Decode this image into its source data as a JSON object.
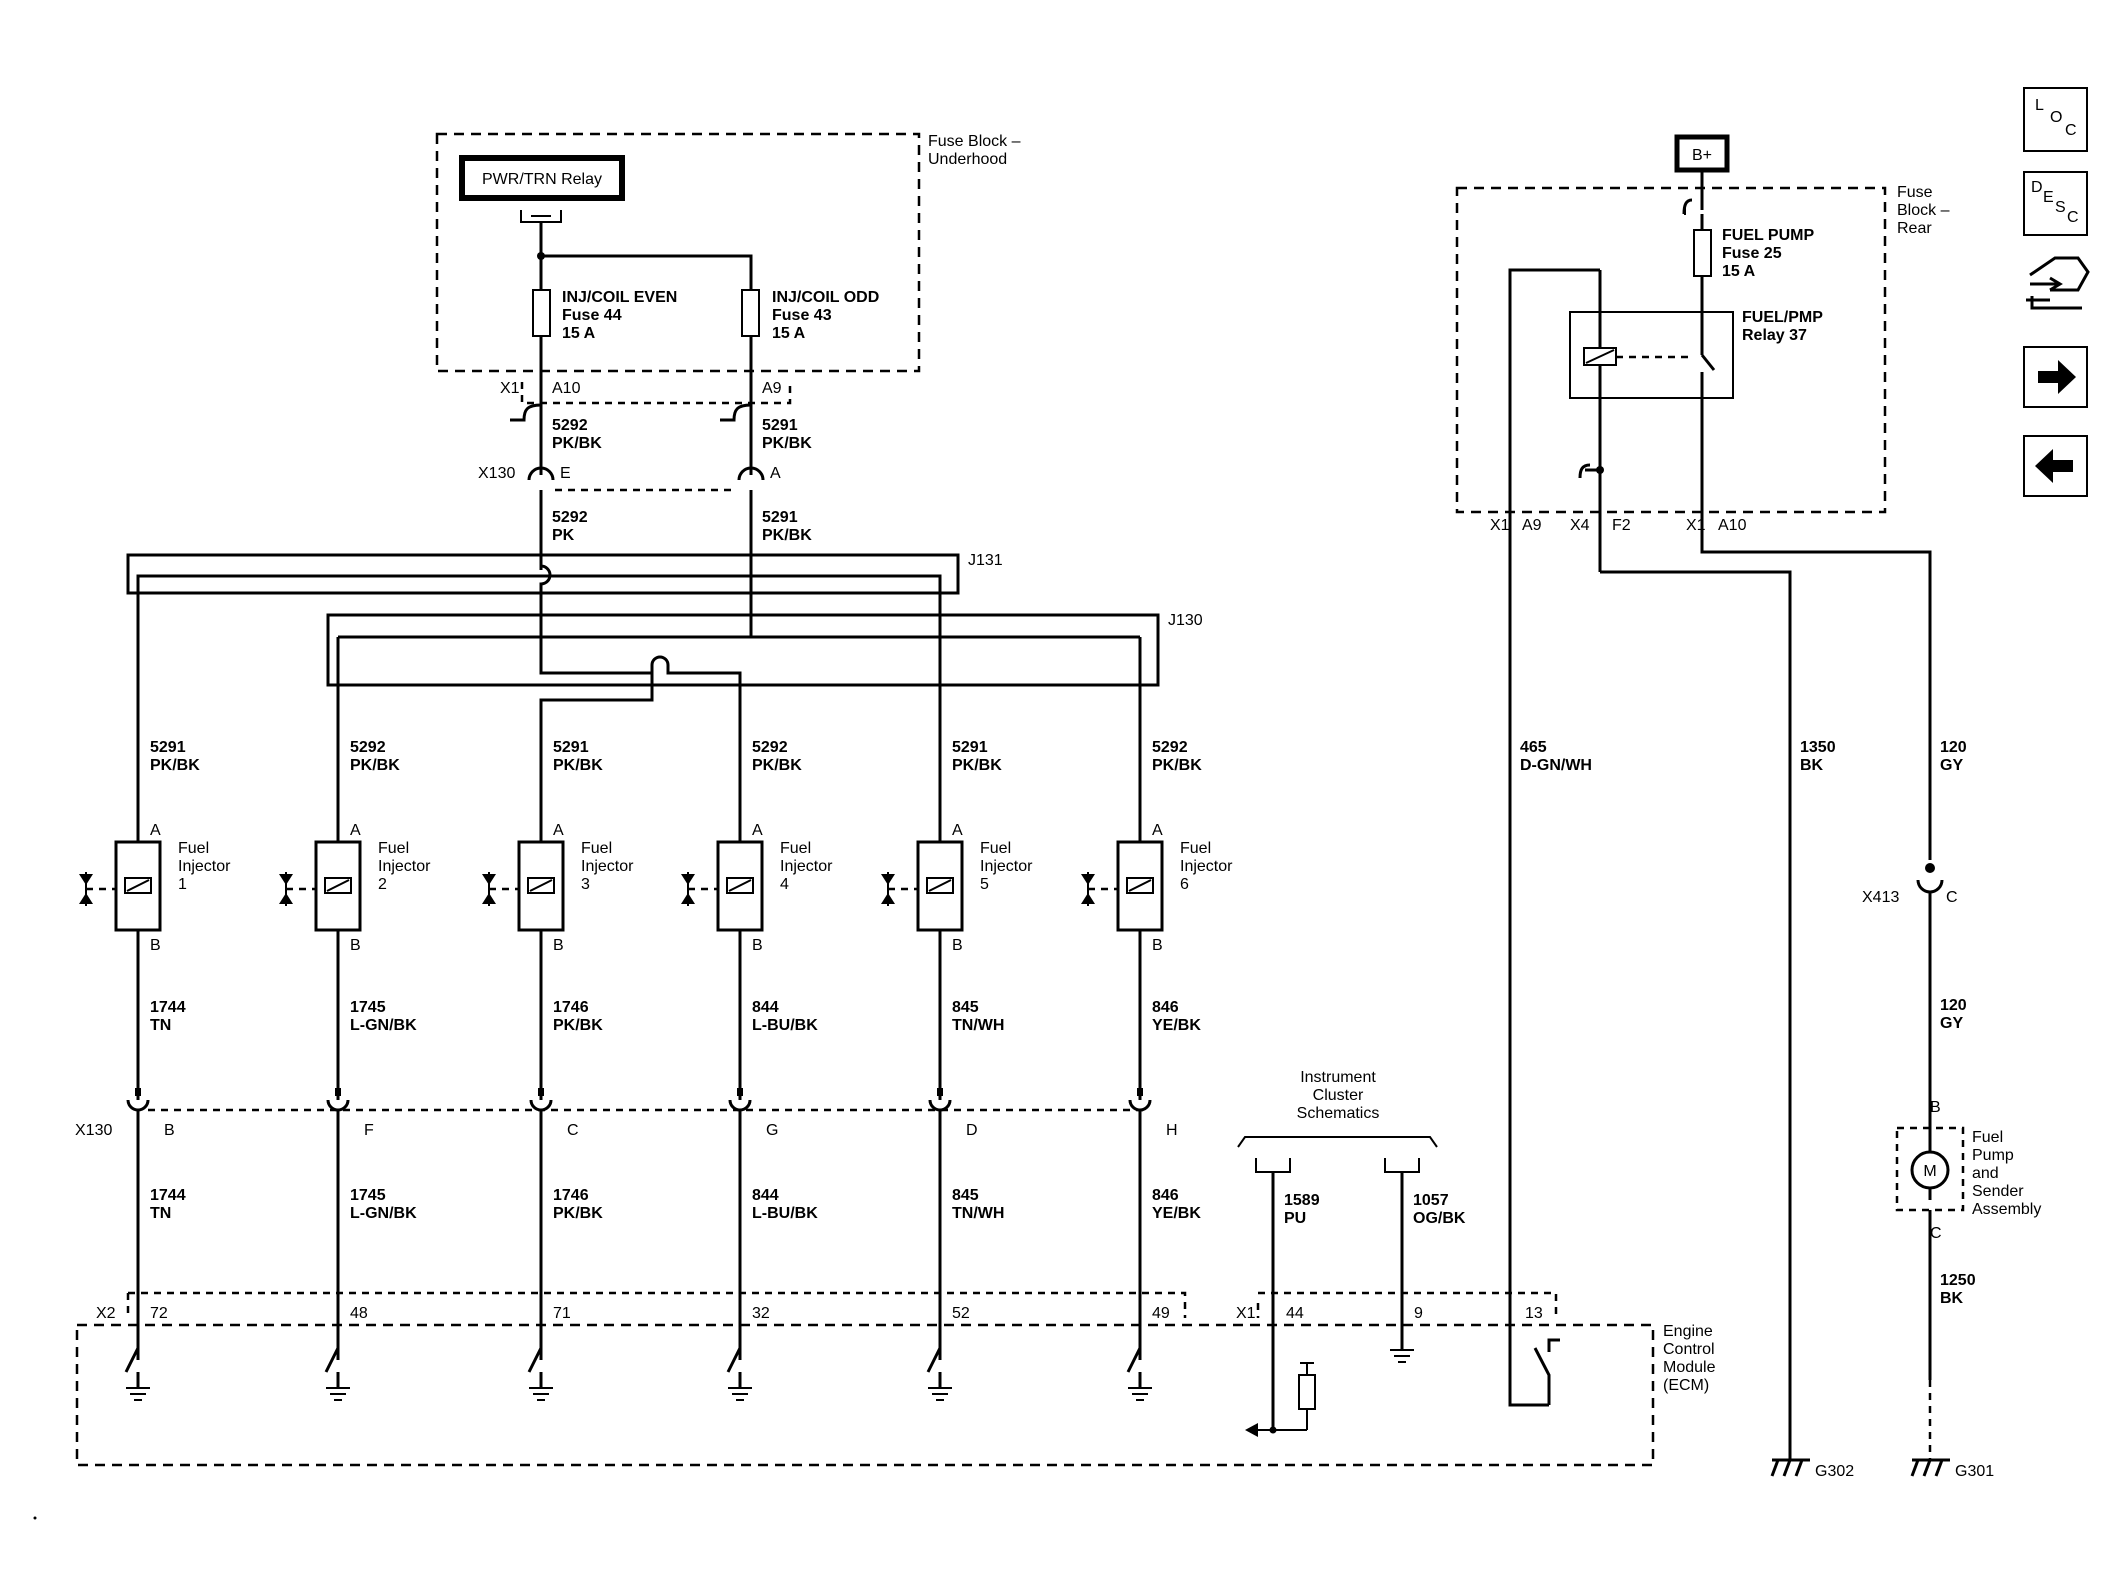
{
  "fuse_block_underhood": {
    "label_line1": "Fuse Block –",
    "label_line2": "Underhood",
    "relay": "PWR/TRN Relay",
    "fuse_even_name": "INJ/COIL EVEN",
    "fuse_even_num": "Fuse 44",
    "fuse_even_amp": "15 A",
    "fuse_odd_name": "INJ/COIL ODD",
    "fuse_odd_num": "Fuse 43",
    "fuse_odd_amp": "15 A",
    "conn_x1": "X1",
    "pin_a10": "A10",
    "pin_a9": "A9"
  },
  "wires_upper": {
    "left_circuit": "5292",
    "left_color": "PK/BK",
    "right_circuit": "5291",
    "right_color": "PK/BK",
    "x130": "X130",
    "pin_e": "E",
    "pin_a": "A",
    "left2_circuit": "5292",
    "left2_color": "PK",
    "right2_circuit": "5291",
    "right2_color": "PK/BK"
  },
  "splices": {
    "j131": "J131",
    "j130": "J130"
  },
  "injectors": [
    {
      "feed_circuit": "5291",
      "feed_color": "PK/BK",
      "pin_a": "A",
      "pin_b": "B",
      "name1": "Fuel",
      "name2": "Injector",
      "num": "1",
      "out_circuit": "1744",
      "out_color": "TN",
      "x130_pin": "B",
      "ecm_circuit": "1744",
      "ecm_color": "TN",
      "ecm_pin": "72"
    },
    {
      "feed_circuit": "5292",
      "feed_color": "PK/BK",
      "pin_a": "A",
      "pin_b": "B",
      "name1": "Fuel",
      "name2": "Injector",
      "num": "2",
      "out_circuit": "1745",
      "out_color": "L-GN/BK",
      "x130_pin": "F",
      "ecm_circuit": "1745",
      "ecm_color": "L-GN/BK",
      "ecm_pin": "48"
    },
    {
      "feed_circuit": "5291",
      "feed_color": "PK/BK",
      "pin_a": "A",
      "pin_b": "B",
      "name1": "Fuel",
      "name2": "Injector",
      "num": "3",
      "out_circuit": "1746",
      "out_color": "PK/BK",
      "x130_pin": "C",
      "ecm_circuit": "1746",
      "ecm_color": "PK/BK",
      "ecm_pin": "71"
    },
    {
      "feed_circuit": "5292",
      "feed_color": "PK/BK",
      "pin_a": "A",
      "pin_b": "B",
      "name1": "Fuel",
      "name2": "Injector",
      "num": "4",
      "out_circuit": "844",
      "out_color": "L-BU/BK",
      "x130_pin": "G",
      "ecm_circuit": "844",
      "ecm_color": "L-BU/BK",
      "ecm_pin": "32"
    },
    {
      "feed_circuit": "5291",
      "feed_color": "PK/BK",
      "pin_a": "A",
      "pin_b": "B",
      "name1": "Fuel",
      "name2": "Injector",
      "num": "5",
      "out_circuit": "845",
      "out_color": "TN/WH",
      "x130_pin": "D",
      "ecm_circuit": "845",
      "ecm_color": "TN/WH",
      "ecm_pin": "52"
    },
    {
      "feed_circuit": "5292",
      "feed_color": "PK/BK",
      "pin_a": "A",
      "pin_b": "B",
      "name1": "Fuel",
      "name2": "Injector",
      "num": "6",
      "out_circuit": "846",
      "out_color": "YE/BK",
      "x130_pin": "H",
      "ecm_circuit": "846",
      "ecm_color": "YE/BK",
      "ecm_pin": "49"
    }
  ],
  "x130_lower": "X130",
  "x2": "X2",
  "instrument_cluster": {
    "line1": "Instrument",
    "line2": "Cluster",
    "line3": "Schematics",
    "wire1_circuit": "1589",
    "wire1_color": "PU",
    "wire2_circuit": "1057",
    "wire2_color": "OG/BK",
    "x1": "X1",
    "pin1": "44",
    "pin2": "9"
  },
  "ecm": {
    "pin13": "13",
    "label1": "Engine",
    "label2": "Control",
    "label3": "Module",
    "label4": "(ECM)"
  },
  "fuse_block_rear": {
    "battery": "B+",
    "label1": "Fuse",
    "label2": "Block –",
    "label3": "Rear",
    "fuse_name": "FUEL PUMP",
    "fuse_num": "Fuse 25",
    "fuse_amp": "15 A",
    "relay_name": "FUEL/PMP",
    "relay_num": "Relay 37",
    "x1_a": "X1",
    "pin_a9": "A9",
    "x4": "X4",
    "pin_f2": "F2",
    "x1_b": "X1",
    "pin_a10": "A10"
  },
  "right_wires": {
    "w465_circuit": "465",
    "w465_color": "D-GN/WH",
    "w1350_circuit": "1350",
    "w1350_color": "BK",
    "w120_circuit": "120",
    "w120_color": "GY",
    "x413": "X413",
    "x413_pin": "C",
    "w120b_circuit": "120",
    "w120b_color": "GY",
    "pump_pin_b": "B",
    "pump_pin_c": "C",
    "motor": "M",
    "pump1": "Fuel",
    "pump2": "Pump",
    "pump3": "and",
    "pump4": "Sender",
    "pump5": "Assembly",
    "w1250_circuit": "1250",
    "w1250_color": "BK",
    "g302": "G302",
    "g301": "G301"
  },
  "nav": {
    "loc1": "L",
    "loc2": "O",
    "loc3": "C",
    "desc1": "D",
    "desc2": "E",
    "desc3": "S",
    "desc4": "C"
  }
}
